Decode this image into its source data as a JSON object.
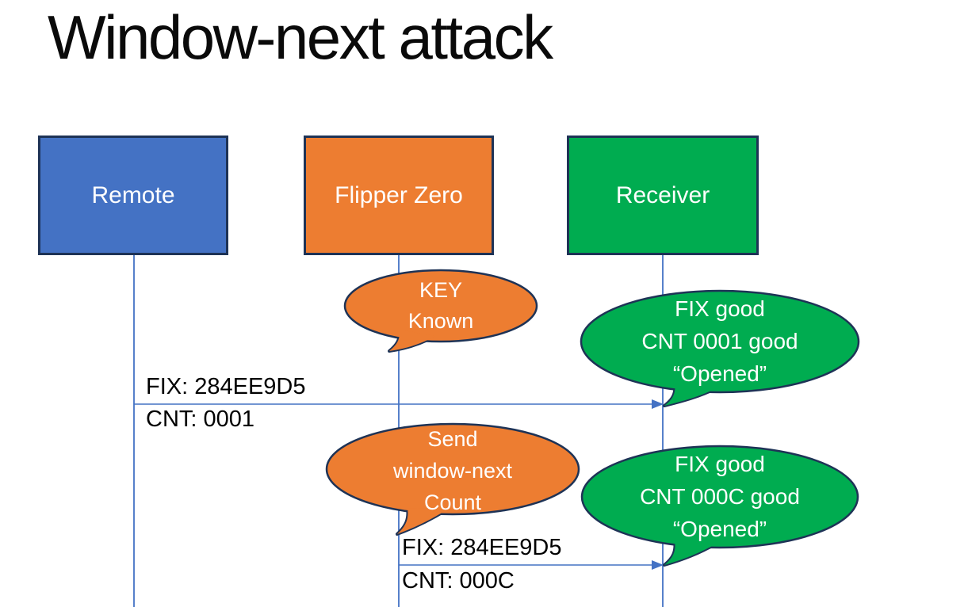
{
  "title": "Window-next attack",
  "colors": {
    "blue": "#4472C4",
    "orange": "#ED7D31",
    "green": "#00AC50",
    "border": "#1E3356",
    "line": "#4472C4",
    "ink": "#000000",
    "text-light": "#FFFFFF"
  },
  "actors": [
    {
      "label": "Remote",
      "color": "#4472C4"
    },
    {
      "label": "Flipper Zero",
      "color": "#ED7D31"
    },
    {
      "label": "Receiver",
      "color": "#00AC50"
    }
  ],
  "callouts": [
    {
      "speaker": "flipper-zero",
      "color": "#ED7D31",
      "lines": [
        "KEY",
        "Known"
      ]
    },
    {
      "speaker": "receiver",
      "color": "#00AC50",
      "lines": [
        "FIX good",
        "CNT 0001 good",
        "“Opened”"
      ]
    },
    {
      "speaker": "flipper-zero",
      "color": "#ED7D31",
      "lines": [
        "Send",
        "window-next",
        "Count"
      ]
    },
    {
      "speaker": "receiver",
      "color": "#00AC50",
      "lines": [
        "FIX good",
        "CNT 000C good",
        "“Opened”"
      ]
    }
  ],
  "messages": [
    {
      "from": "remote",
      "to": "receiver",
      "label_top": "FIX: 284EE9D5",
      "label_bottom": "CNT: 0001"
    },
    {
      "from": "flipper-zero",
      "to": "receiver",
      "label_top": "FIX: 284EE9D5",
      "label_bottom": "CNT: 000C"
    }
  ]
}
